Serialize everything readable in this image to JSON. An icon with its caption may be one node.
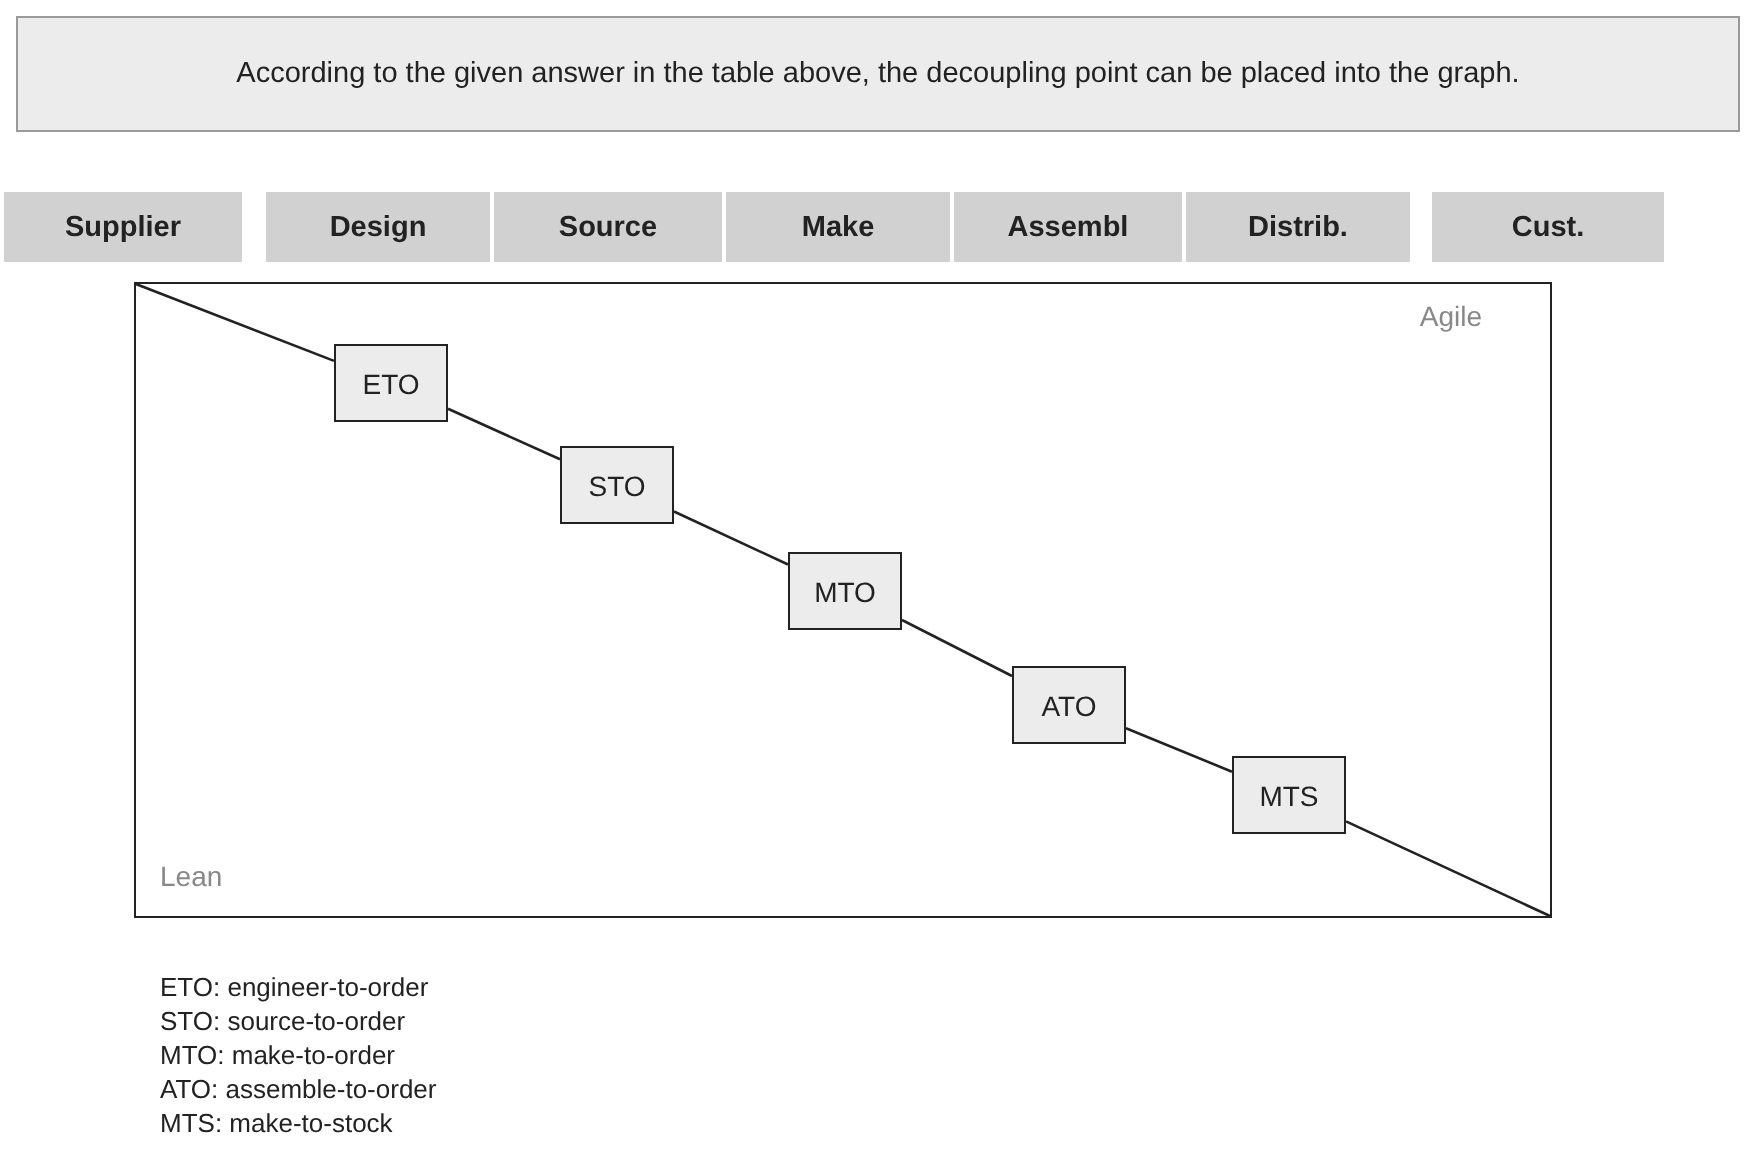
{
  "diagram": {
    "nodes": [
      {
        "text": [
          "According to the given answer in the table above, the decoupling point can be placed into the graph."
        ]
      },
      {
        "text": [
          "Supplier"
        ]
      },
      {
        "text": [
          "Design"
        ]
      },
      {
        "text": [
          "Source"
        ]
      },
      {
        "text": [
          "Make"
        ]
      },
      {
        "text": [
          "Assembl"
        ]
      },
      {
        "text": [
          "Distrib."
        ]
      },
      {
        "text": [
          "Cust."
        ]
      },
      {
        "text": [
          "Agile",
          "Lean"
        ]
      },
      {
        "text": [
          "ETO"
        ],
        "in": 8
      },
      {
        "text": [
          "STO"
        ],
        "in": 8
      },
      {
        "text": [
          "MTO"
        ],
        "in": 8
      },
      {
        "text": [
          "ATO"
        ],
        "in": 8
      },
      {
        "text": [
          "MTS"
        ],
        "in": 8
      }
    ],
    "edges": [
      {
        "from": null,
        "to": 9,
        "arrow": "none"
      },
      {
        "from": 9,
        "to": 10,
        "arrow": "none"
      },
      {
        "from": 10,
        "to": 11,
        "arrow": "none"
      },
      {
        "from": 11,
        "to": 12,
        "arrow": "none"
      },
      {
        "from": 12,
        "to": 13,
        "arrow": "none"
      },
      {
        "from": 13,
        "to": null,
        "arrow": "none"
      }
    ],
    "labels": [
      "ETO: engineer-to-order",
      "STO: source-to-order",
      "MTO: make-to-order",
      "ATO: assemble-to-order",
      "MTS: make-to-stock"
    ]
  }
}
